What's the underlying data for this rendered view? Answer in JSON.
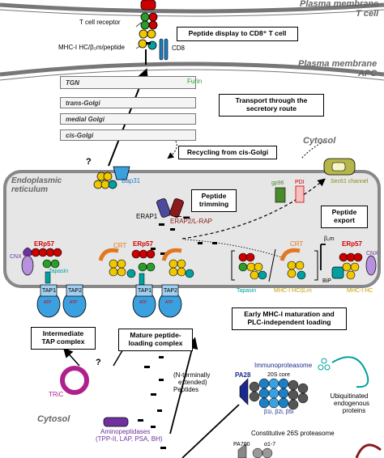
{
  "compartments": {
    "pm_tcell": [
      "Plasma membrane",
      "T cell"
    ],
    "pm_apc": [
      "Plasma membrane",
      "APC"
    ],
    "cytosol_top": "Cytosol",
    "er": [
      "Endoplasmic",
      "reticulum"
    ],
    "cytosol_bottom": "Cytosol"
  },
  "golgi": [
    "TGN",
    "trans-Golgi",
    "medial Golgi",
    "cis-Golgi"
  ],
  "boxes": {
    "peptide_display": "Peptide display to CD8⁺ T cell",
    "transport": [
      "Transport through the",
      "secretory route"
    ],
    "recycling": "Recycling from cis-Golgi",
    "peptide_trimming": [
      "Peptide",
      "trimming"
    ],
    "peptide_export": [
      "Peptide",
      "export"
    ],
    "intermediate": [
      "Intermediate",
      "TAP complex"
    ],
    "mature": [
      "Mature peptide-",
      "loading complex"
    ],
    "early": [
      "Early MHC-I maturation and",
      "PLC-independent loading"
    ]
  },
  "labels": {
    "tcr": "T cell receptor",
    "mhc_complex": "MHC-I HC/β₂m/peptide",
    "cd8": "CD8",
    "furin": "Furin",
    "bap31": "Bap31",
    "gp96": "gp96",
    "pdi": "PDI",
    "sec61": "Sec61 channel",
    "erap1": "ERAP1",
    "erap2": "ERAP2/L-RAP",
    "cnx": "CNX",
    "erp57": "ERp57",
    "tapasin": "Tapasin",
    "crt": "CRT",
    "tap1": "TAP1",
    "tap2": "TAP2",
    "b2m": "β₂m",
    "bip": "BiP",
    "mhc_hc": "MHC-I HC",
    "mhc_hc_b2m": "MHC-I HC/β₂m",
    "tric": "TRiC",
    "peptides_note": [
      "(N-terminally",
      "extended)",
      "Peptides"
    ],
    "aminopeptidases": [
      "Aminopeptidases",
      "(TPP-II, LAP, PSA, BH)"
    ],
    "immunoproteasome": "Immunoproteasome",
    "pa28": "PA28",
    "core20s": "20S core",
    "beta_subunits": "β1i, β2i, β5i",
    "ubiquitinated": [
      "Ubiquitinated",
      "endogenous",
      "proteins"
    ],
    "constitutive": "Constitutive 26S proteasome",
    "pa700": "PA700",
    "alpha": "α1-7",
    "question": "?",
    "atp": "ATP"
  },
  "colors": {
    "er_fill": "#e6e6e6",
    "erp57": "#cc0000",
    "tapasin": "#00a0a0",
    "gp96": "#4a8a2a",
    "sec61": "#8a8a1a",
    "erap2": "#8b1a1a",
    "mhc_label": "#c8a000",
    "bap31": "#1d7ec2",
    "tric": "#b0208c",
    "immuno": "#1a2a8c",
    "cnx": "#7030a0"
  }
}
